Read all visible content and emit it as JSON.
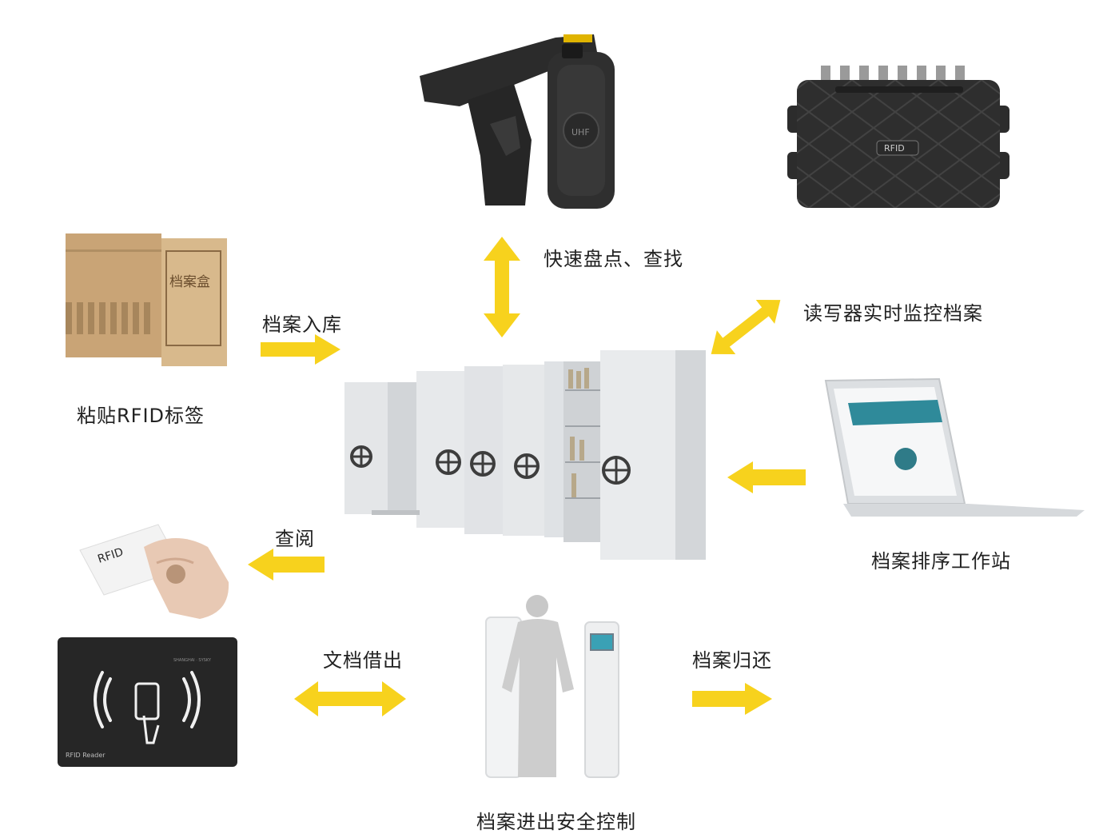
{
  "colors": {
    "arrow": "#f7d21d",
    "device_dark": "#2a2a2a",
    "cabinet": "#e3e5e7",
    "cardboard": "#caa574"
  },
  "labels": {
    "fast_inventory": "快速盘点、查找",
    "reader_monitor": "读写器实时监控档案",
    "archive_in": "档案入库",
    "attach_tag": "粘贴RFID标签",
    "sorting_station": "档案排序工作站",
    "query": "查阅",
    "doc_checkout": "文档借出",
    "archive_return": "档案归还",
    "security_control": "档案进出安全控制"
  },
  "devices": {
    "handheld_brand": "UHF",
    "fixed_reader_badge": "RFID",
    "box_marking": "档案盒",
    "tag_card_text": "RFID",
    "desktop_reader_caption": "RFID Reader",
    "desktop_reader_logo": "SHANGHAI · SYSKY"
  }
}
